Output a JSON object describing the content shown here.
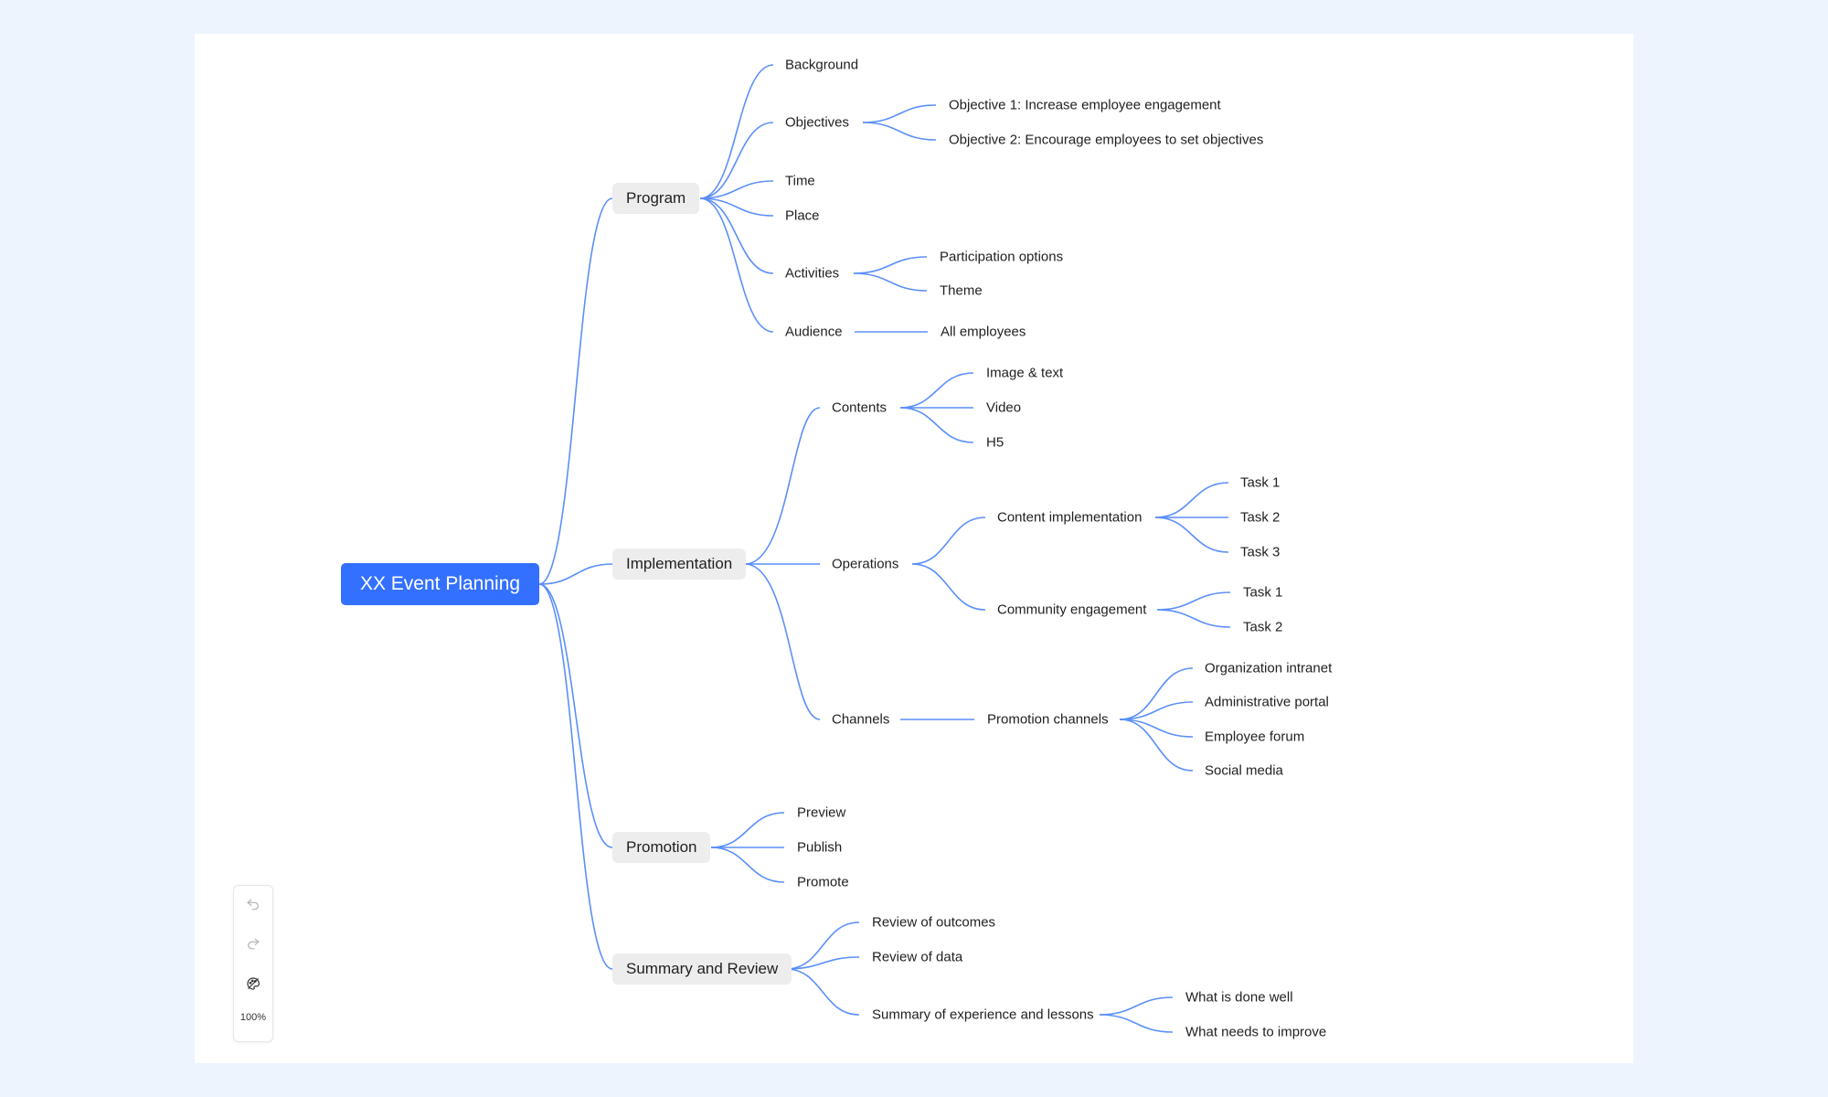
{
  "colors": {
    "link": "#5b8ff9",
    "root_bg": "#3370ff",
    "branch_bg": "#ededed",
    "page_bg": "#eef4fe"
  },
  "root": {
    "label": "XX Event Planning"
  },
  "branches": {
    "program": {
      "label": "Program",
      "background": "Background",
      "objectives": {
        "label": "Objectives",
        "objective_1": "Objective 1: Increase employee engagement",
        "objective_2": "Objective 2: Encourage employees to set objectives"
      },
      "time": "Time",
      "place": "Place",
      "activities": {
        "label": "Activities",
        "participation": "Participation options",
        "theme": "Theme"
      },
      "audience": {
        "label": "Audience",
        "all_employees": "All employees"
      }
    },
    "implementation": {
      "label": "Implementation",
      "contents": {
        "label": "Contents",
        "image_text": "Image & text",
        "video": "Video",
        "h5": "H5"
      },
      "operations": {
        "label": "Operations",
        "content_implementation": {
          "label": "Content implementation",
          "task_1": "Task 1",
          "task_2": "Task 2",
          "task_3": "Task 3"
        },
        "community_engagement": {
          "label": "Community engagement",
          "task_1": "Task 1",
          "task_2": "Task 2"
        }
      },
      "channels": {
        "label": "Channels",
        "promotion_channels": {
          "label": "Promotion channels",
          "intranet": "Organization intranet",
          "admin_portal": "Administrative portal",
          "forum": "Employee forum",
          "social": "Social media"
        }
      }
    },
    "promotion": {
      "label": "Promotion",
      "preview": "Preview",
      "publish": "Publish",
      "promote": "Promote"
    },
    "summary": {
      "label": "Summary and Review",
      "outcomes": "Review of outcomes",
      "data": "Review of data",
      "lessons": {
        "label": "Summary of experience and lessons",
        "done_well": "What is done well",
        "improve": "What needs to improve"
      }
    }
  },
  "toolbar": {
    "zoom": "100%",
    "undo_icon": "undo-icon",
    "redo_icon": "redo-icon",
    "theme_icon": "theme-icon"
  }
}
